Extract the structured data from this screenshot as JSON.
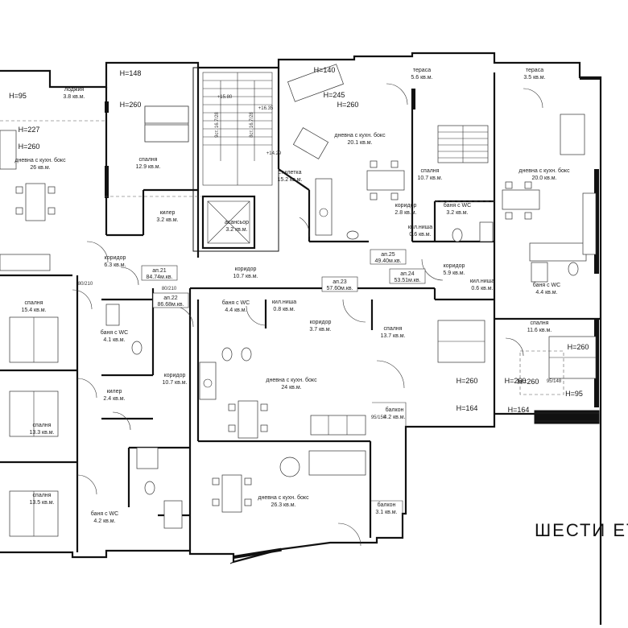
{
  "title": "ШЕСТИ ЕТ",
  "rooms": [
    {
      "id": "lodzhia",
      "name": "лоджия",
      "area": "3.8 кв.м."
    },
    {
      "id": "dnevna-left",
      "name": "дневна с кухн. бокс",
      "area": "26 кв.м."
    },
    {
      "id": "spalnia-1",
      "name": "спалня",
      "area": "12.9 кв.м."
    },
    {
      "id": "kiler-1",
      "name": "килер",
      "area": "3.2 кв.м."
    },
    {
      "id": "asansor",
      "name": "асансьор",
      "area": "3.2 кв.м."
    },
    {
      "id": "st-kletka",
      "name": "ст.клетка",
      "area": "15.2 кв.м."
    },
    {
      "id": "dnevna-top",
      "name": "дневна с кухн. бокс",
      "area": "20.1 кв.м."
    },
    {
      "id": "terasa-1",
      "name": "тераса",
      "area": "5.6 кв.м."
    },
    {
      "id": "terasa-2",
      "name": "тераса",
      "area": "3.5 кв.м."
    },
    {
      "id": "spalnia-2",
      "name": "спалня",
      "area": "10.7 кв.м."
    },
    {
      "id": "dnevna-right",
      "name": "дневна с кухн. бокс",
      "area": "20.0 кв.м."
    },
    {
      "id": "koridor-1",
      "name": "коридор",
      "area": "2.8 кв.м."
    },
    {
      "id": "bania-1",
      "name": "баня с WC",
      "area": "3.2 кв.м."
    },
    {
      "id": "kil-nisha-1",
      "name": "кил.ниша",
      "area": "0.6 кв.м."
    },
    {
      "id": "koridor-2",
      "name": "коридор",
      "area": "6.3 кв.м."
    },
    {
      "id": "koridor-3",
      "name": "коридор",
      "area": "10.7 кв.м."
    },
    {
      "id": "koridor-4",
      "name": "коридор",
      "area": "5.9 кв.м."
    },
    {
      "id": "kil-nisha-2",
      "name": "кил.ниша",
      "area": "0.6 кв.м."
    },
    {
      "id": "bania-2",
      "name": "баня с WC",
      "area": "4.4 кв.м."
    },
    {
      "id": "spalnia-3",
      "name": "спалня",
      "area": "15.4 кв.м."
    },
    {
      "id": "bania-3",
      "name": "баня с WC",
      "area": "4.1 кв.м."
    },
    {
      "id": "bania-4",
      "name": "баня с WC",
      "area": "4.4 кв.м."
    },
    {
      "id": "kil-nisha-3",
      "name": "кил.ниша",
      "area": "0.8 кв.м."
    },
    {
      "id": "koridor-5",
      "name": "коридор",
      "area": "3.7 кв.м."
    },
    {
      "id": "spalnia-4",
      "name": "спалня",
      "area": "13.7 кв.м."
    },
    {
      "id": "spalnia-5",
      "name": "спалня",
      "area": "11.6 кв.м."
    },
    {
      "id": "koridor-6",
      "name": "коридор",
      "area": "10.7 кв.м."
    },
    {
      "id": "kiler-2",
      "name": "килер",
      "area": "2.4 кв.м."
    },
    {
      "id": "dnevna-mid",
      "name": "дневна с кухн. бокс",
      "area": "24 кв.м."
    },
    {
      "id": "spalnia-6",
      "name": "спалня",
      "area": "13.3 кв.м."
    },
    {
      "id": "balkon-1",
      "name": "балкон",
      "area": "4.2 кв.м."
    },
    {
      "id": "spalnia-7",
      "name": "спалня",
      "area": "13.5 кв.м."
    },
    {
      "id": "bania-5",
      "name": "баня с WC",
      "area": "4.2 кв.м."
    },
    {
      "id": "dnevna-bottom",
      "name": "дневна с кухн. бокс",
      "area": "26.3 кв.м."
    },
    {
      "id": "balkon-2",
      "name": "балкон",
      "area": "3.1 кв.м."
    }
  ],
  "apartments": [
    {
      "id": "ap21",
      "name": "ап.21",
      "area": "84.74м.кв."
    },
    {
      "id": "ap22",
      "name": "ап.22",
      "area": "86.68м.кв."
    },
    {
      "id": "ap23",
      "name": "ап.23",
      "area": "57.60м.кв."
    },
    {
      "id": "ap24",
      "name": "ап.24",
      "area": "53.51м.кв."
    },
    {
      "id": "ap25",
      "name": "ап.25",
      "area": "49.40м.кв."
    }
  ],
  "height_marks": [
    "H=95",
    "H=227",
    "H=260",
    "H=148",
    "H=260",
    "H=140",
    "H=245",
    "H=260",
    "H=260",
    "H=260",
    "H=164",
    "H=260",
    "H=164",
    "H=95",
    "H=260"
  ],
  "stair_labels": [
    "9ст. 16.7/28",
    "8ст. 16.7/28",
    "+15.80",
    "+16.35",
    "+14.29"
  ],
  "other_labels": [
    "95/148",
    "95/150",
    "80/210",
    "80/210"
  ]
}
